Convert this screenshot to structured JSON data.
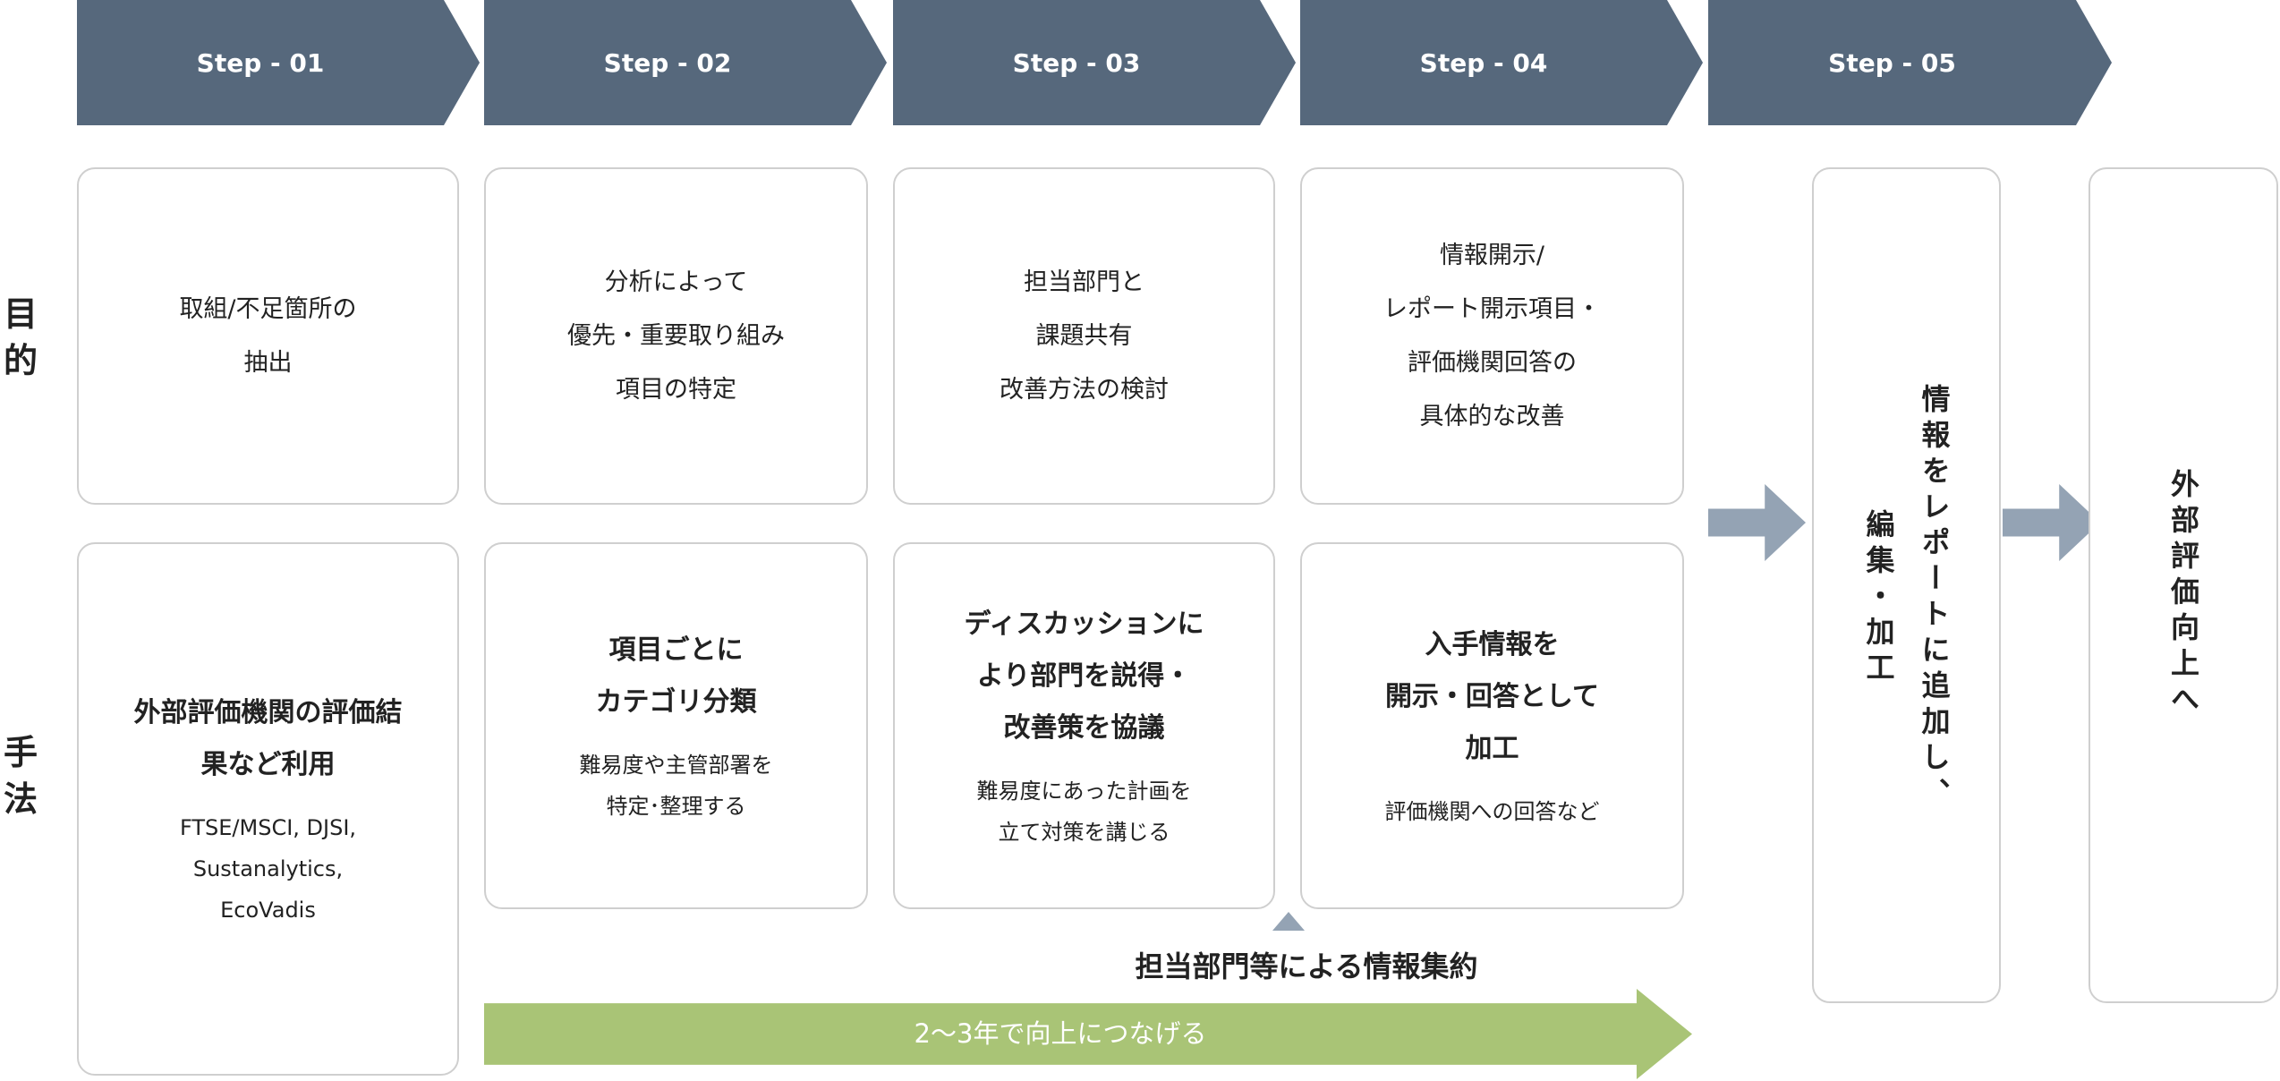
{
  "steps": [
    "Step - 01",
    "Step - 02",
    "Step - 03",
    "Step - 04",
    "Step - 05"
  ],
  "row_labels": {
    "purpose": "目的",
    "method": "手法"
  },
  "purpose": [
    [
      "取組/不足箇所の",
      "抽出"
    ],
    [
      "分析によって",
      "優先・重要取り組み",
      "項目の特定"
    ],
    [
      "担当部門と",
      "課題共有",
      "改善方法の検討"
    ],
    [
      "情報開示/",
      "レポート開示項目・",
      "評価機関回答の",
      "具体的な改善"
    ]
  ],
  "method": [
    {
      "main": [
        "外部評価機関の評価結",
        "果など利用"
      ],
      "note": [
        "FTSE/MSCI, DJSI,",
        "Sustanalytics,",
        "EcoVadis"
      ]
    },
    {
      "main": [
        "項目ごとに",
        "カテゴリ分類"
      ],
      "note": [
        "難易度や主管部署を",
        "特定･整理する"
      ]
    },
    {
      "main": [
        "ディスカッションに",
        "より部門を説得・",
        "改善策を協議"
      ],
      "note": [
        "難易度にあった計画を",
        "立て対策を講じる"
      ]
    },
    {
      "main": [
        "入手情報を",
        "開示・回答として",
        "加工"
      ],
      "note": [
        "評価機関への回答など"
      ]
    }
  ],
  "step5_card": [
    "情報をレポートに追加し、",
    "編集・加工"
  ],
  "final_card": "外部評価向上へ",
  "collect_label": "担当部門等による情報集約",
  "timeline_label": "2〜3年で向上につなげる",
  "colors": {
    "step": "#56687c",
    "arrow": "#94a3b4",
    "timeline": "#a9c476",
    "border": "#cfcfcf"
  }
}
